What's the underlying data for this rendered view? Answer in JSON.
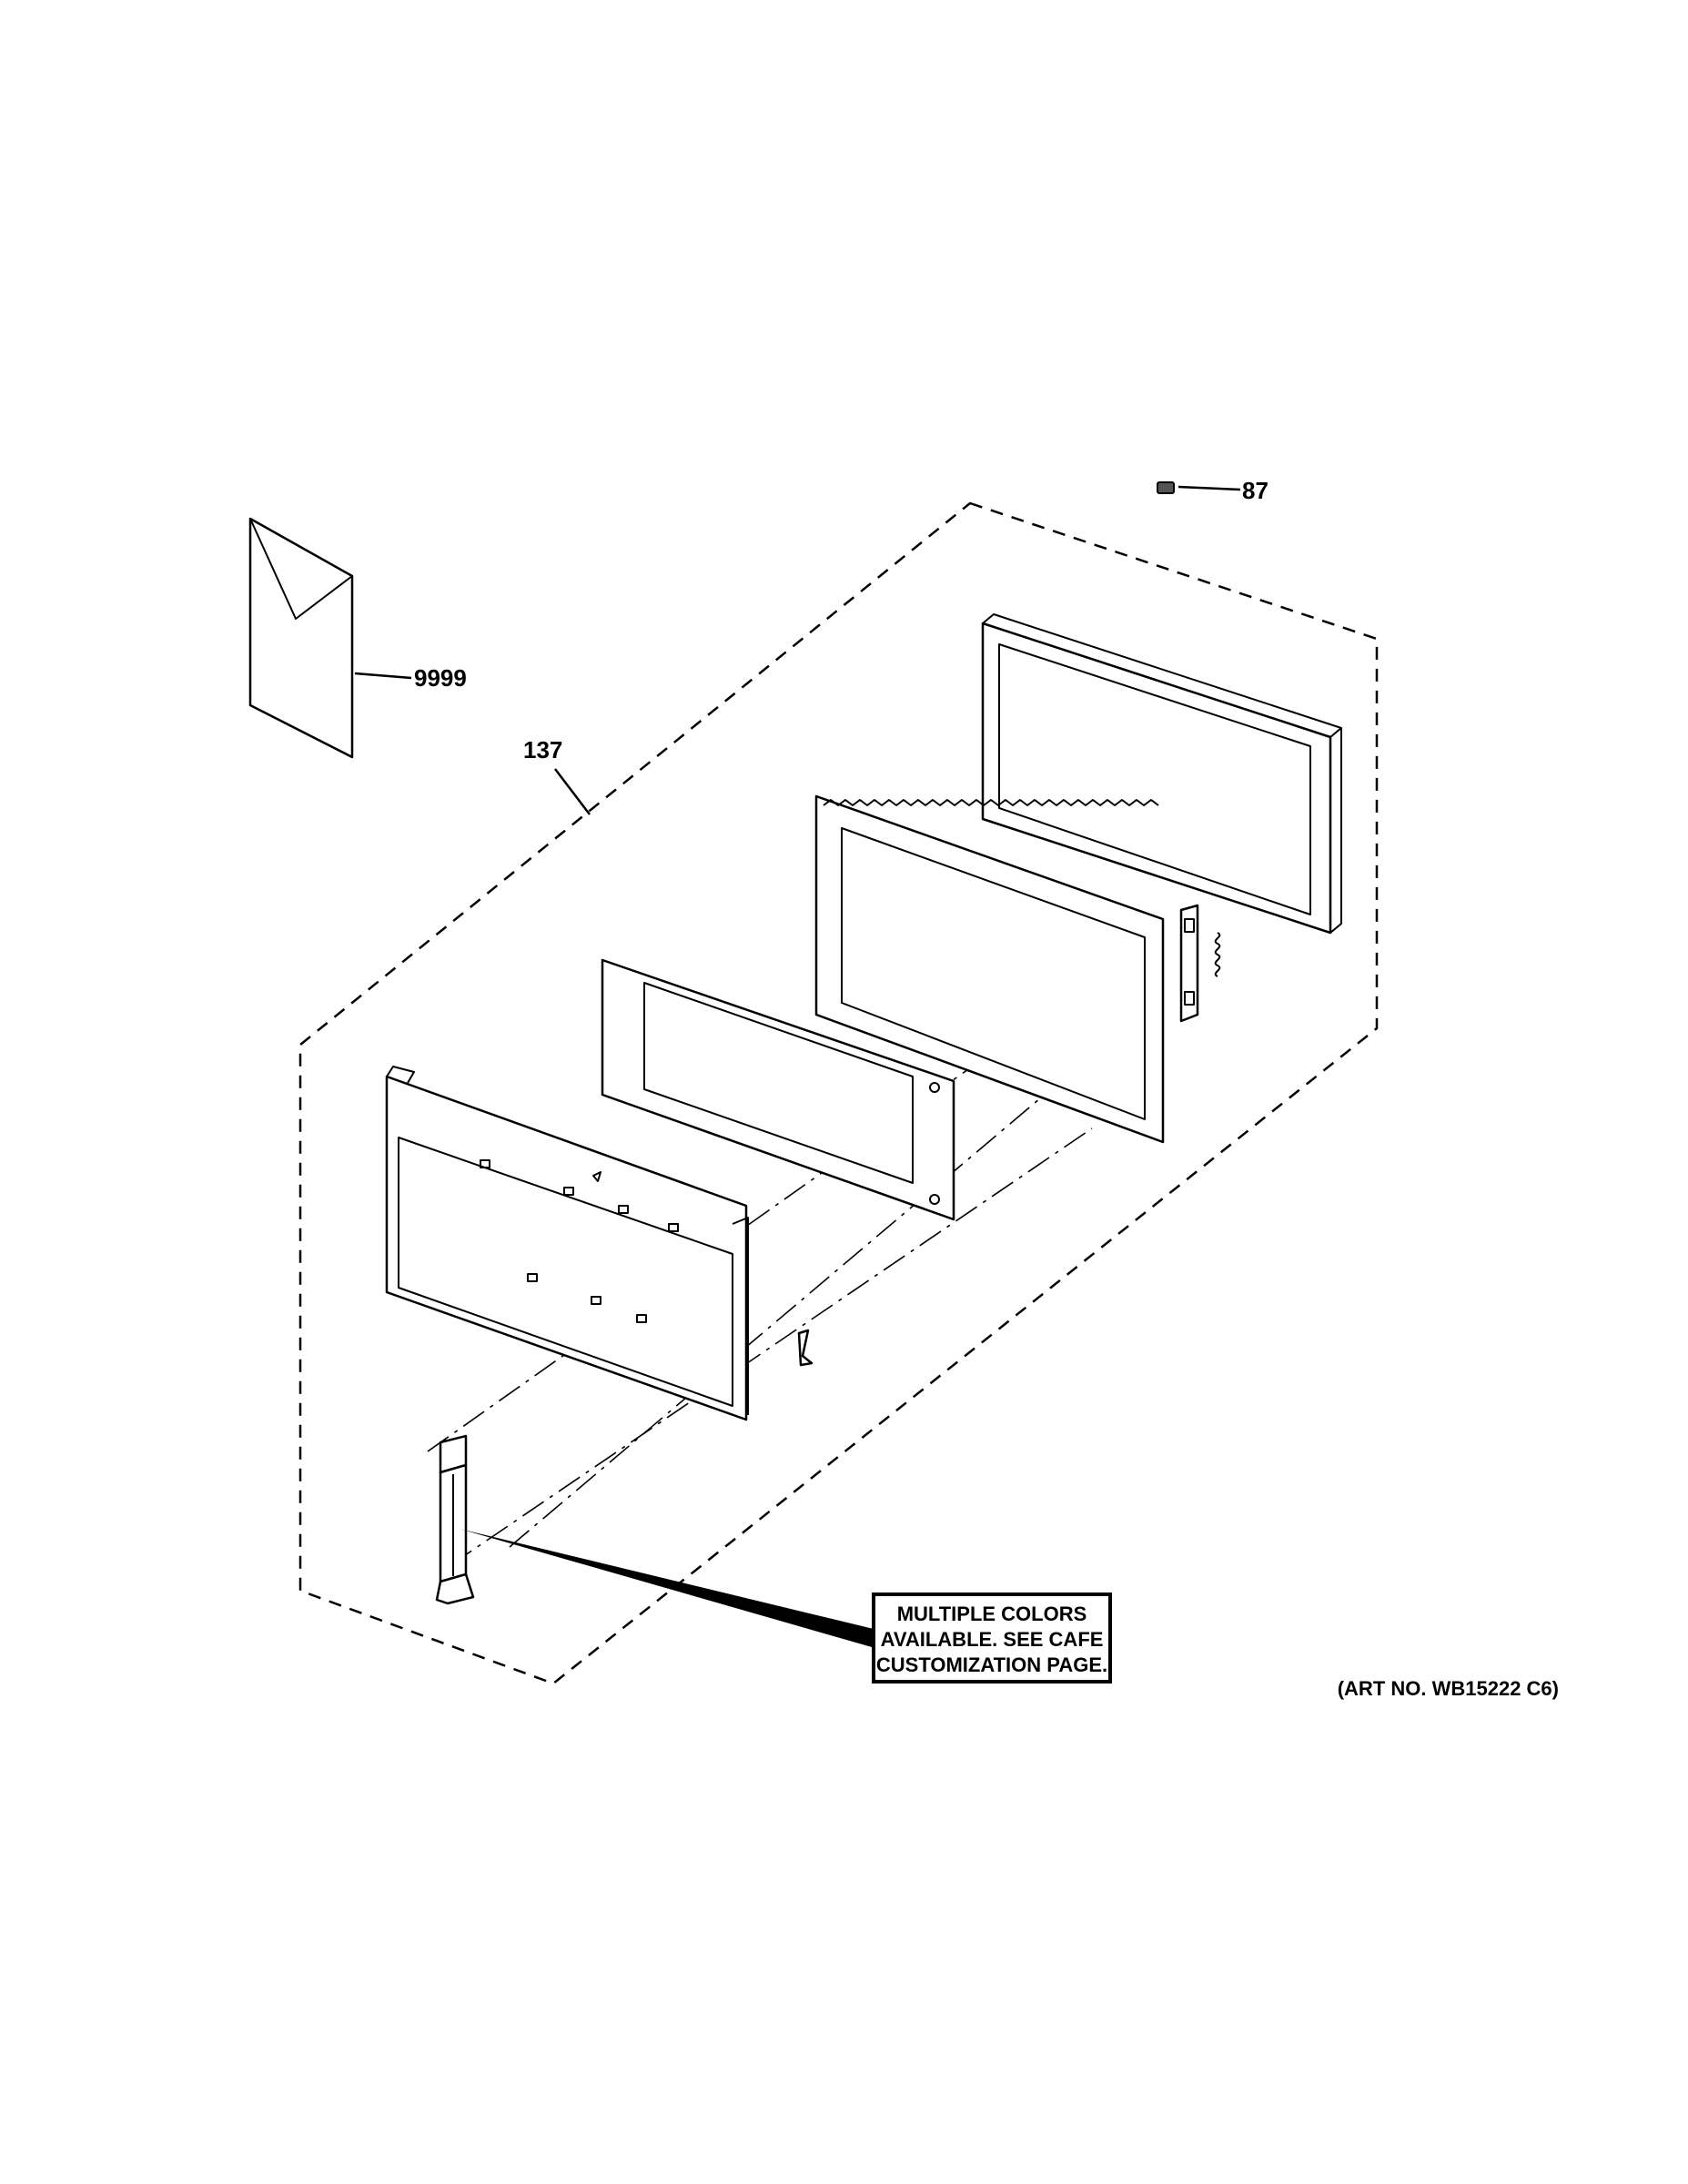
{
  "callouts": {
    "part_87": "87",
    "part_9999": "9999",
    "part_137": "137"
  },
  "note": {
    "line1": "MULTIPLE COLORS",
    "line2": "AVAILABLE. SEE CAFE",
    "line3": "CUSTOMIZATION PAGE."
  },
  "art_number": "(ART NO. WB15222 C6)"
}
